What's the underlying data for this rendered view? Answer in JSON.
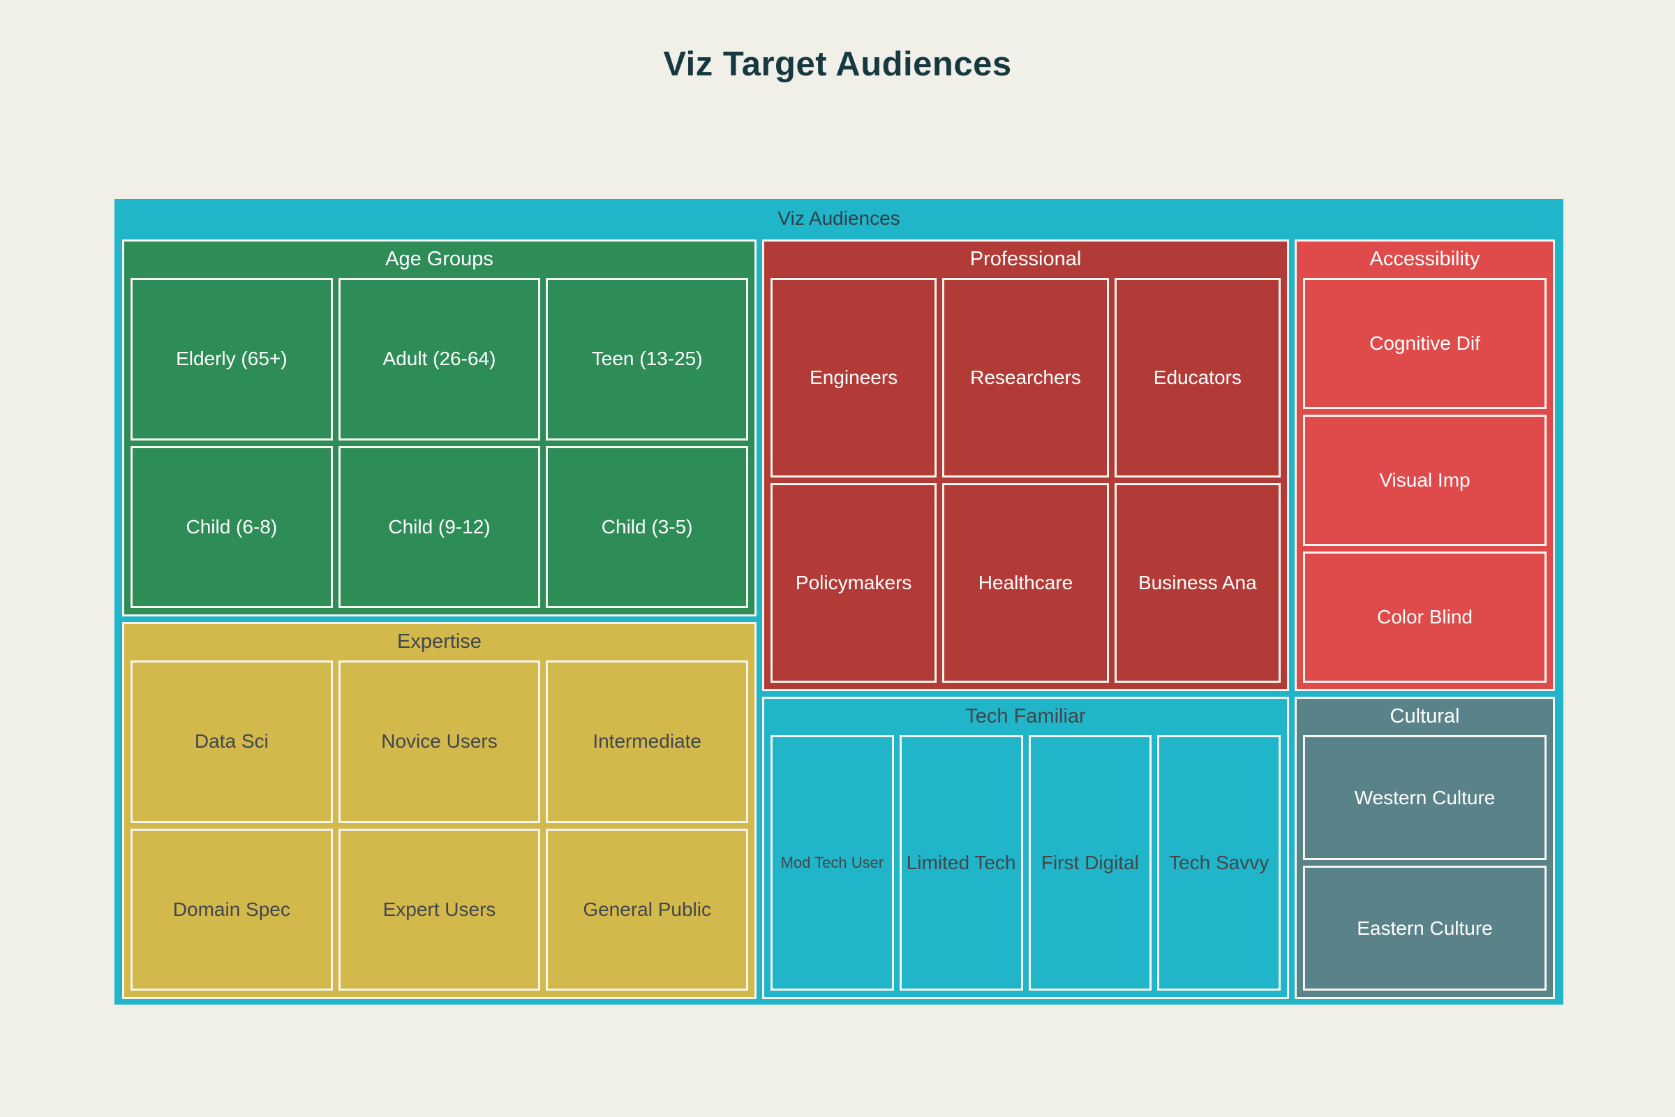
{
  "page": {
    "title": "Viz Target Audiences"
  },
  "colors": {
    "background": "#f0f0e9",
    "container_cyan": "#21b5c9",
    "age_groups_green": "#2e8c57",
    "expertise_gold": "#d3b94c",
    "professional_red": "#b23b37",
    "accessibility_red": "#df4a4a",
    "tech_familiar_cyan": "#21b5c9",
    "cultural_slate": "#5a8289",
    "light_text": "#ffffff",
    "dark_text": "#42474b",
    "title_text": "#16383f"
  },
  "treemap": {
    "root_label": "Viz Audiences",
    "sections": [
      {
        "label": "Age Groups",
        "cells": [
          "Elderly (65+)",
          "Adult (26-64)",
          "Teen (13-25)",
          "Child (6-8)",
          "Child (9-12)",
          "Child (3-5)"
        ]
      },
      {
        "label": "Expertise",
        "cells": [
          "Data Sci",
          "Novice Users",
          "Intermediate",
          "Domain Spec",
          "Expert Users",
          "General Public"
        ]
      },
      {
        "label": "Professional",
        "cells": [
          "Engineers",
          "Researchers",
          "Educators",
          "Policymakers",
          "Healthcare",
          "Business Ana"
        ]
      },
      {
        "label": "Tech Familiar",
        "cells": [
          "Mod Tech User",
          "Limited Tech",
          "First Digital",
          "Tech Savvy"
        ]
      },
      {
        "label": "Accessibility",
        "cells": [
          "Cognitive Dif",
          "Visual Imp",
          "Color Blind"
        ]
      },
      {
        "label": "Cultural",
        "cells": [
          "Western Culture",
          "Eastern Culture"
        ]
      }
    ]
  },
  "chart_data": {
    "type": "treemap",
    "title": "Viz Target Audiences",
    "root": "Viz Audiences",
    "legend_position": "none",
    "groups": [
      {
        "name": "Age Groups",
        "children": [
          "Elderly (65+)",
          "Adult (26-64)",
          "Teen (13-25)",
          "Child (6-8)",
          "Child (9-12)",
          "Child (3-5)"
        ]
      },
      {
        "name": "Expertise",
        "children": [
          "Data Sci",
          "Novice Users",
          "Intermediate",
          "Domain Spec",
          "Expert Users",
          "General Public"
        ]
      },
      {
        "name": "Professional",
        "children": [
          "Engineers",
          "Researchers",
          "Educators",
          "Policymakers",
          "Healthcare",
          "Business Ana"
        ]
      },
      {
        "name": "Tech Familiar",
        "children": [
          "Mod Tech User",
          "Limited Tech",
          "First Digital",
          "Tech Savvy"
        ]
      },
      {
        "name": "Accessibility",
        "children": [
          "Cognitive Dif",
          "Visual Imp",
          "Color Blind"
        ]
      },
      {
        "name": "Cultural",
        "children": [
          "Western Culture",
          "Eastern Culture"
        ]
      }
    ]
  }
}
